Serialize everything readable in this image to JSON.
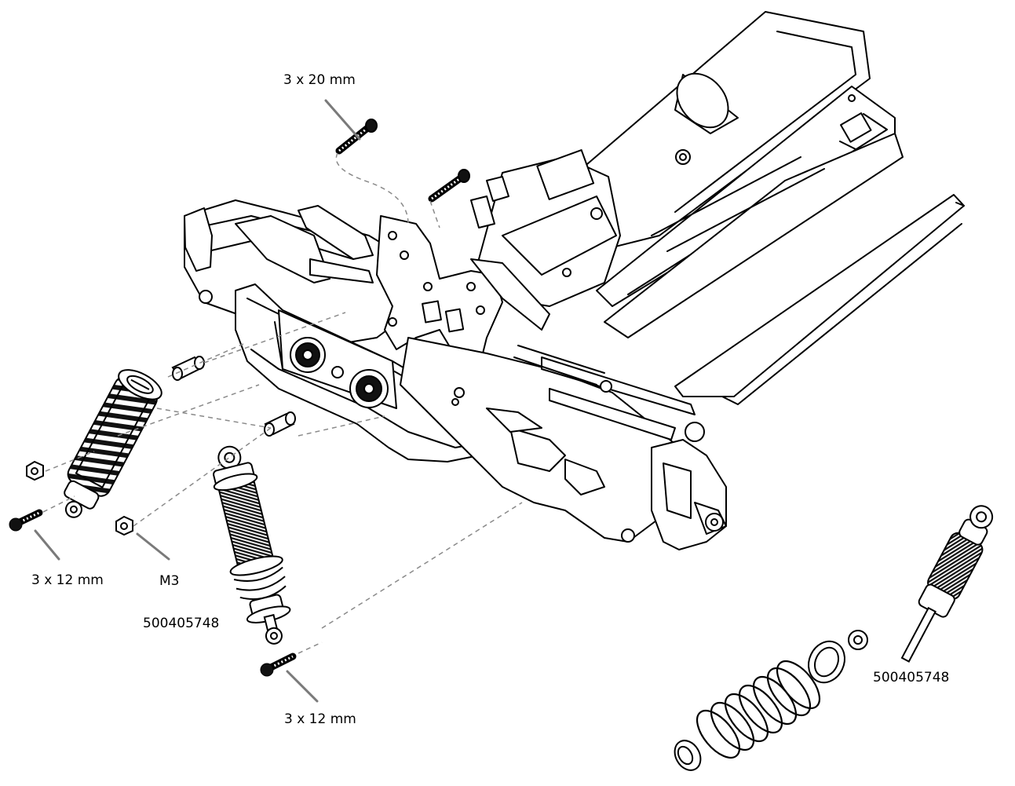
{
  "labels": {
    "screw_20": "3 x 20 mm",
    "screw_12_left": "3 x 12 mm",
    "nut": "M3",
    "part_left": "500405748",
    "screw_12_bottom": "3 x 12 mm",
    "part_right": "500405748"
  },
  "colors": {
    "line": "#000000",
    "background": "#ffffff",
    "leader_dash": "#8a8a8a",
    "spring_dark": "#222222"
  }
}
